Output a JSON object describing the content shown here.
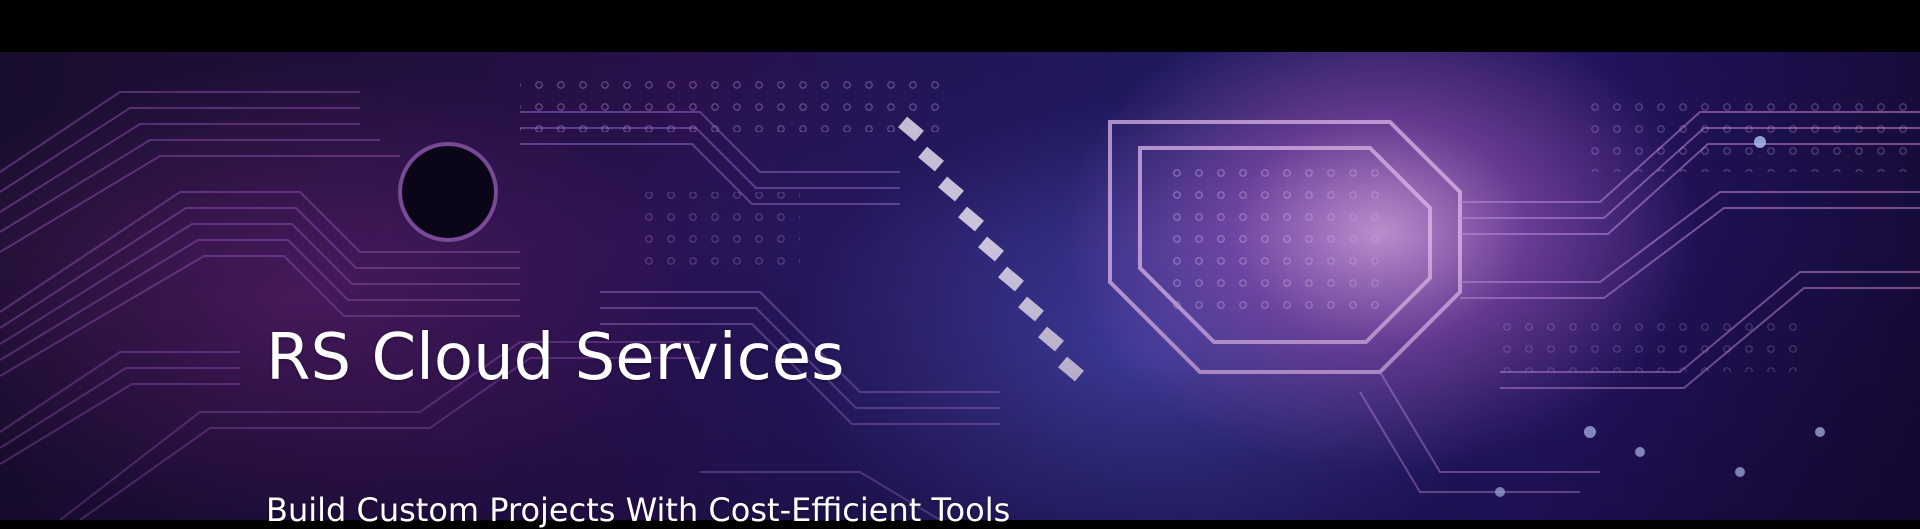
{
  "hero": {
    "title": "RS Cloud Services",
    "subtitle": "Build Custom Projects With Cost-Efficient Tools",
    "background_image": "circuit-board-image"
  },
  "colors": {
    "top_bar": "#000000",
    "text": "#ffffff",
    "accent_purple": "#b070c8",
    "accent_blue": "#3a3ad0"
  }
}
